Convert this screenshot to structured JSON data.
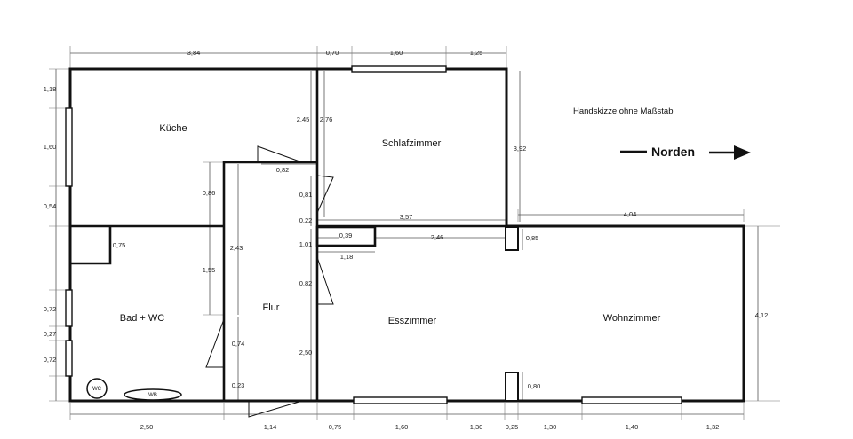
{
  "note": "Handskizze ohne Maßstab",
  "north": "Norden",
  "rooms": {
    "kueche": "Küche",
    "schlafzimmer": "Schlafzimmer",
    "bad": "Bad + WC",
    "flur": "Flur",
    "esszimmer": "Esszimmer",
    "wohnzimmer": "Wohnzimmer"
  },
  "fixtures": {
    "wc": "WC",
    "wb": "WB"
  },
  "dimensions": {
    "top_kueche": "3,84",
    "top_a": "0,70",
    "top_b": "1,60",
    "top_c": "1,25",
    "left_a": "1,18",
    "left_b": "1,60",
    "left_c": "0,54",
    "left_d": "0,72",
    "left_e": "0,27",
    "left_f": "0,72",
    "k_245": "2,45",
    "k_276": "2,76",
    "k_086": "0,86",
    "flur_082": "0,82",
    "flur_081": "0,81",
    "flur_022": "0,22",
    "flur_101": "1,01",
    "flur_082b": "0,82",
    "flur_243": "2,43",
    "flur_155": "1,55",
    "flur_074": "0,74",
    "flur_023": "0,23",
    "flur_250": "2,50",
    "bad_075": "0,75",
    "schlaf_392": "3,92",
    "schlaf_357": "3,57",
    "wohn_404": "4,04",
    "wohn_412": "4,12",
    "ess_039": "0,39",
    "ess_246": "2,46",
    "ess_118": "1,18",
    "ess_085": "0,85",
    "ess_080": "0,80",
    "bot_a": "2,50",
    "bot_b": "1,14",
    "bot_c": "0,75",
    "bot_d": "1,60",
    "bot_e": "1,30",
    "bot_f": "0,25",
    "bot_g": "1,30",
    "bot_h": "1,40",
    "bot_i": "1,32"
  }
}
